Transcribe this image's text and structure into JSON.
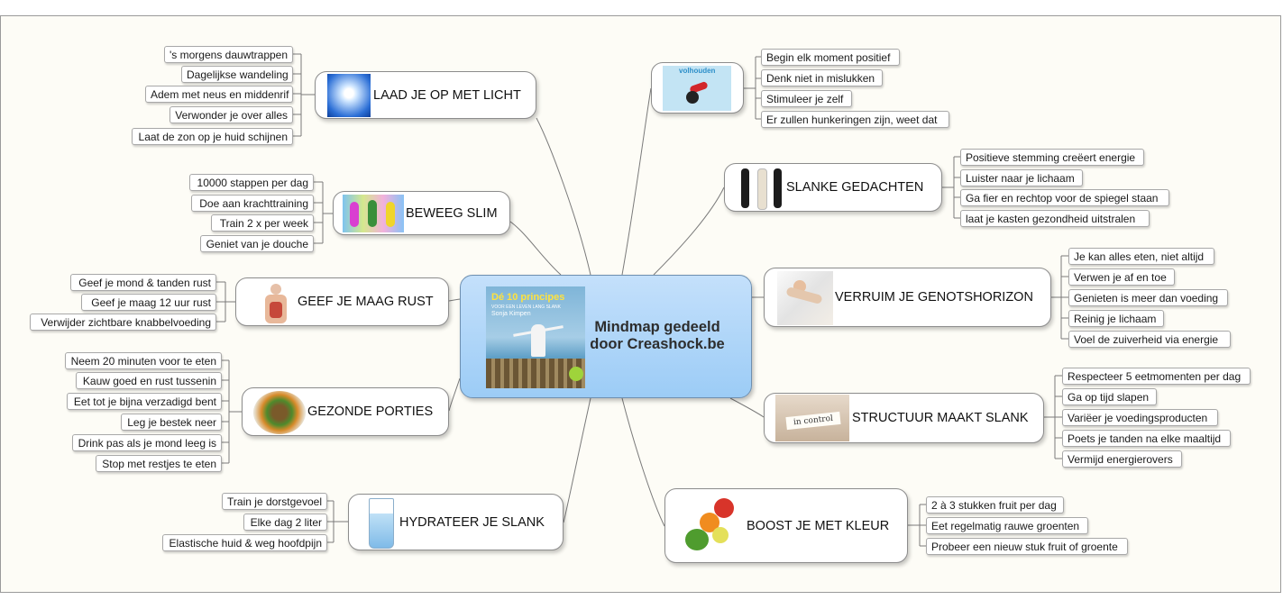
{
  "center": {
    "title_line1": "Mindmap gedeeld",
    "title_line2": "door Creashock.be",
    "book_title": "Dé 10 principes",
    "book_sub": "VOOR EEN LEVEN LANG SLANK",
    "book_author": "Sonja Kimpen"
  },
  "branches": {
    "licht": {
      "label": "LAAD JE OP MET LICHT",
      "items": [
        "'s morgens dauwtrappen",
        "Dagelijkse wandeling",
        "Adem met neus en middenrif",
        "Verwonder je over alles",
        "Laat de zon op je huid schijnen"
      ]
    },
    "beweeg": {
      "label": "BEWEEG SLIM",
      "items": [
        "10000 stappen per dag",
        "Doe aan krachttraining",
        "Train 2 x per week",
        "Geniet van je douche"
      ]
    },
    "maag": {
      "label": "GEEF JE MAAG RUST",
      "items": [
        "Geef je mond & tanden rust",
        "Geef je maag 12 uur rust",
        "Verwijder zichtbare knabbelvoeding"
      ]
    },
    "porties": {
      "label": "GEZONDE PORTIES",
      "items": [
        "Neem 20 minuten voor te eten",
        "Kauw goed en rust tussenin",
        "Eet tot je bijna verzadigd bent",
        "Leg je bestek neer",
        "Drink pas als je mond leeg is",
        "Stop met restjes te eten"
      ]
    },
    "hydra": {
      "label": "HYDRATEER JE SLANK",
      "items": [
        "Train je dorstgevoel",
        "Elke dag 2 liter",
        "Elastische huid & weg hoofdpijn"
      ]
    },
    "volhouden": {
      "image_text": "volhouden",
      "items": [
        "Begin elk moment positief",
        "Denk niet in mislukken",
        "Stimuleer je zelf",
        "Er zullen hunkeringen zijn, weet dat"
      ]
    },
    "gedachten": {
      "label": "SLANKE GEDACHTEN",
      "items": [
        "Positieve stemming creëert energie",
        "Luister naar je lichaam",
        "Ga fier en rechtop voor de spiegel staan",
        "laat je kasten gezondheid uitstralen"
      ]
    },
    "genot": {
      "label": "VERRUIM JE GENOTSHORIZON",
      "items": [
        "Je kan alles eten, niet altijd",
        "Verwen je af en toe",
        "Genieten is meer dan voeding",
        "Reinig je lichaam",
        "Voel de zuiverheid via energie"
      ]
    },
    "structuur": {
      "label": "STRUCTUUR MAAKT SLANK",
      "image_text": "in control",
      "items": [
        "Respecteer 5 eetmomenten per dag",
        "Ga op tijd slapen",
        "Variëer je voedingsproducten",
        "Poets je tanden na elke maaltijd",
        "Vermijd energierovers"
      ]
    },
    "kleur": {
      "label": "BOOST JE MET KLEUR",
      "items": [
        "2 à 3 stukken fruit per dag",
        "Eet regelmatig rauwe groenten",
        "Probeer een nieuw stuk fruit of groente"
      ]
    }
  }
}
